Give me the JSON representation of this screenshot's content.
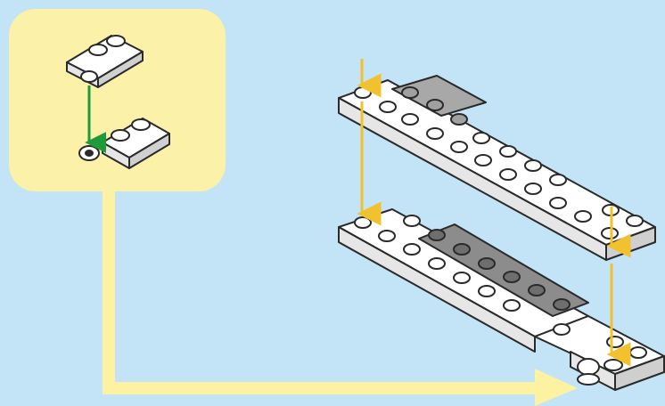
{
  "step": {
    "background_color": "#c3e3f6",
    "callout_color": "#fbf1a8",
    "flow_arrow_color": "#fdf1a2",
    "guide_arrow_color": "#f2c12e",
    "sub_arrow_color": "#1f9a3b",
    "brick_white": "#ffffff",
    "brick_gray": "#9a9a9a",
    "brick_dark": "#6e6e6e",
    "outline_color": "#2a2a2a"
  },
  "callout": {
    "name": "sub-assembly",
    "parts": [
      "hinge-plate-1x2-top",
      "hinge-plate-1x2-bottom"
    ]
  },
  "main_assembly": {
    "parts": [
      "plate-long-upper-left",
      "plate-long-upper-right",
      "plate-long-lower-left",
      "plate-long-lower-right",
      "hinge-connector"
    ]
  }
}
